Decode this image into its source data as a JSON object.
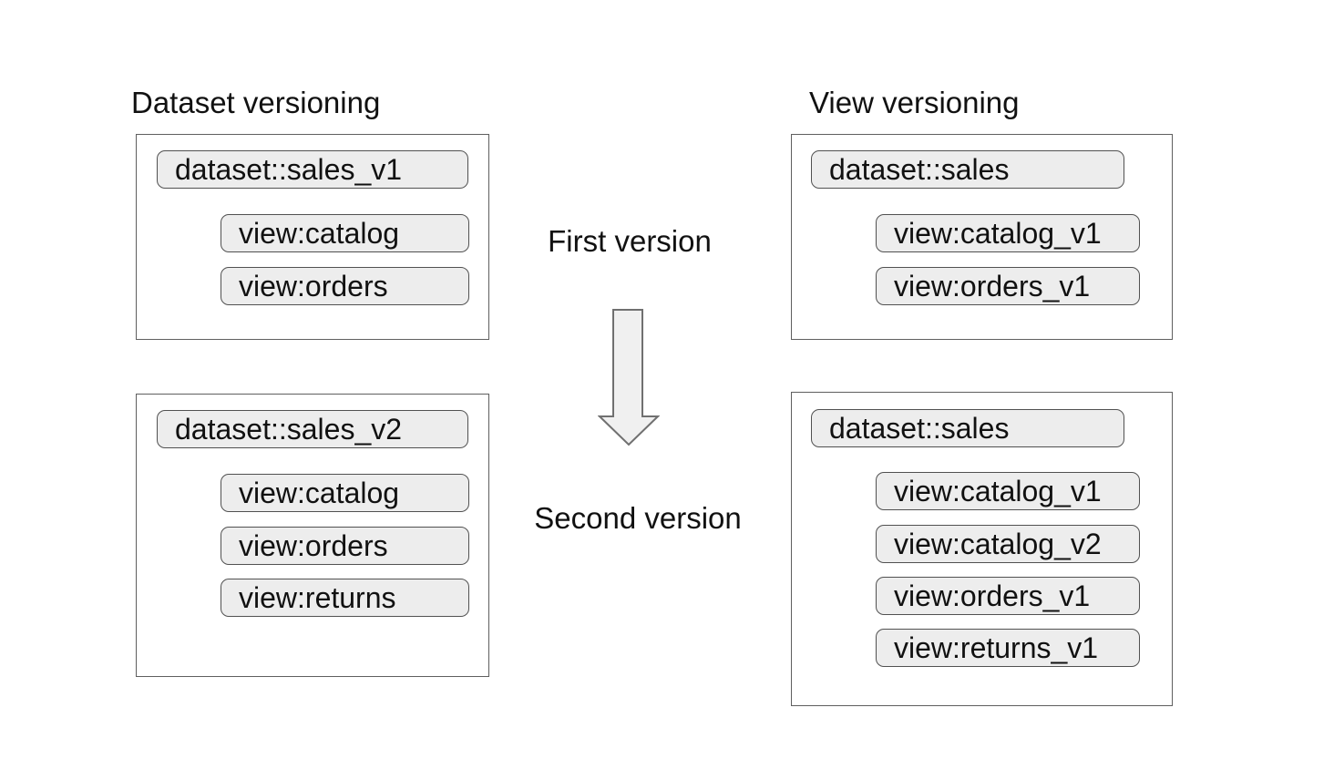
{
  "columns": [
    {
      "heading": "Dataset versioning"
    },
    {
      "heading": "View versioning"
    }
  ],
  "panels": [
    {
      "dataset": "dataset::sales_v1",
      "views": [
        "view:catalog",
        "view:orders"
      ]
    },
    {
      "dataset": "dataset::sales_v2",
      "views": [
        "view:catalog",
        "view:orders",
        "view:returns"
      ]
    },
    {
      "dataset": "dataset::sales",
      "views": [
        "view:catalog_v1",
        "view:orders_v1"
      ]
    },
    {
      "dataset": "dataset::sales",
      "views": [
        "view:catalog_v1",
        "view:catalog_v2",
        "view:orders_v1",
        "view:returns_v1"
      ]
    }
  ],
  "flow": {
    "first_label": "First version",
    "second_label": "Second version",
    "arrow_icon": "down-arrow"
  },
  "colors": {
    "text": "#111111",
    "box_border": "#5f5f5f",
    "pill_fill": "#ededed",
    "pill_border": "#515151",
    "arrow_fill": "#f0f0f0",
    "arrow_stroke": "#707070"
  }
}
